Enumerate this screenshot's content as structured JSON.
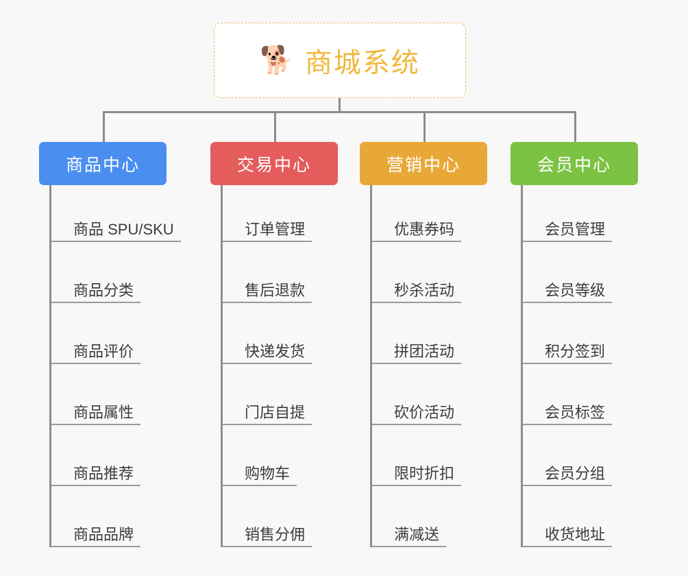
{
  "diagram": {
    "background_color": "#f8f8f8",
    "line_color": "#8c8c8c",
    "root": {
      "icon": "shiba-dog-emoji",
      "icon_glyph": "🐕",
      "title": "商城系统",
      "text_color": "#f0b93e",
      "border_color": "#e8b964",
      "background_color": "#ffffff"
    },
    "columns": [
      {
        "id": "product-center",
        "title": "商品中心",
        "color": "#4a8ef0",
        "items": [
          "商品 SPU/SKU",
          "商品分类",
          "商品评价",
          "商品属性",
          "商品推荐",
          "商品品牌"
        ]
      },
      {
        "id": "trade-center",
        "title": "交易中心",
        "color": "#e45c5c",
        "items": [
          "订单管理",
          "售后退款",
          "快递发货",
          "门店自提",
          "购物车",
          "销售分佣"
        ]
      },
      {
        "id": "marketing-center",
        "title": "营销中心",
        "color": "#e8a838",
        "items": [
          "优惠券码",
          "秒杀活动",
          "拼团活动",
          "砍价活动",
          "限时折扣",
          "满减送"
        ]
      },
      {
        "id": "member-center",
        "title": "会员中心",
        "color": "#7cc243",
        "items": [
          "会员管理",
          "会员等级",
          "积分签到",
          "会员标签",
          "会员分组",
          "收货地址"
        ]
      }
    ]
  }
}
